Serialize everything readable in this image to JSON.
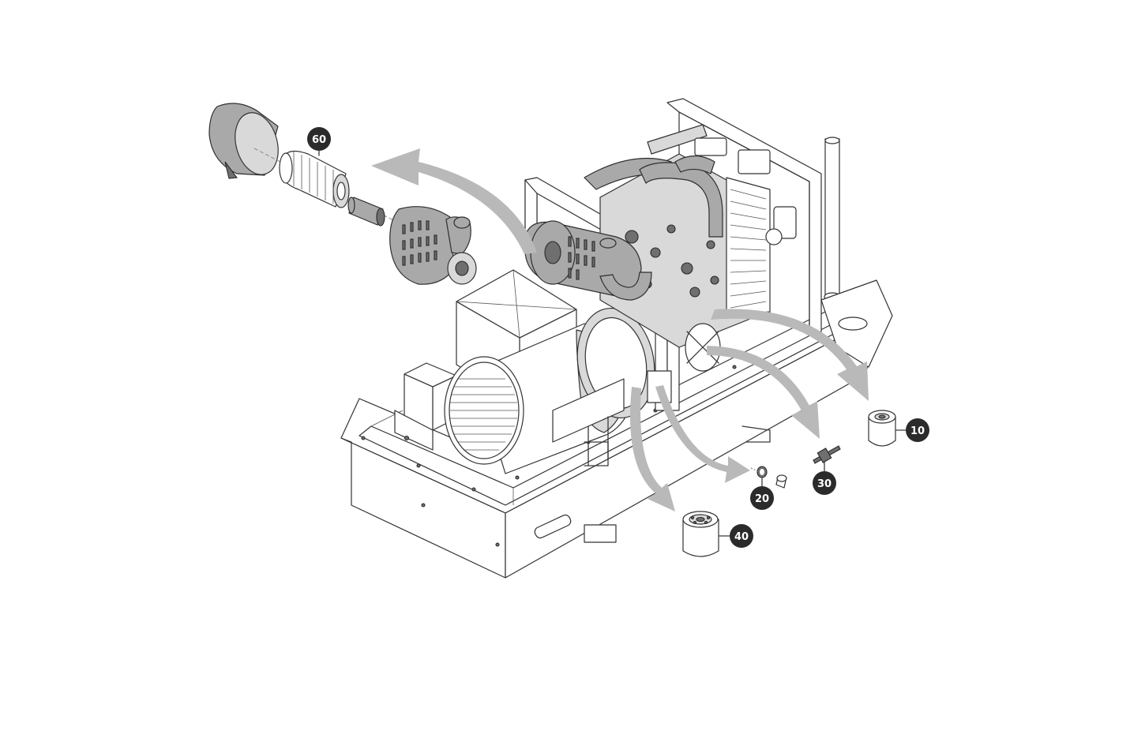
{
  "diagram": {
    "callouts": [
      {
        "id": "callout-10",
        "label": "10"
      },
      {
        "id": "callout-20",
        "label": "20"
      },
      {
        "id": "callout-30",
        "label": "30"
      },
      {
        "id": "callout-40",
        "label": "40"
      },
      {
        "id": "callout-60",
        "label": "60"
      }
    ],
    "colors": {
      "callout_fill": "#2b2b2b",
      "callout_text": "#ffffff",
      "arrow": "#b9b9b9",
      "line": "#3a3a3a",
      "part_shade": "#a9a9a9"
    },
    "icons": [
      "engine-assembly-icon",
      "alternator-icon",
      "base-frame-icon",
      "air-filter-housing-icon",
      "oil-filter-icon",
      "fuel-filter-icon",
      "drain-plug-icon",
      "valve-icon"
    ]
  }
}
